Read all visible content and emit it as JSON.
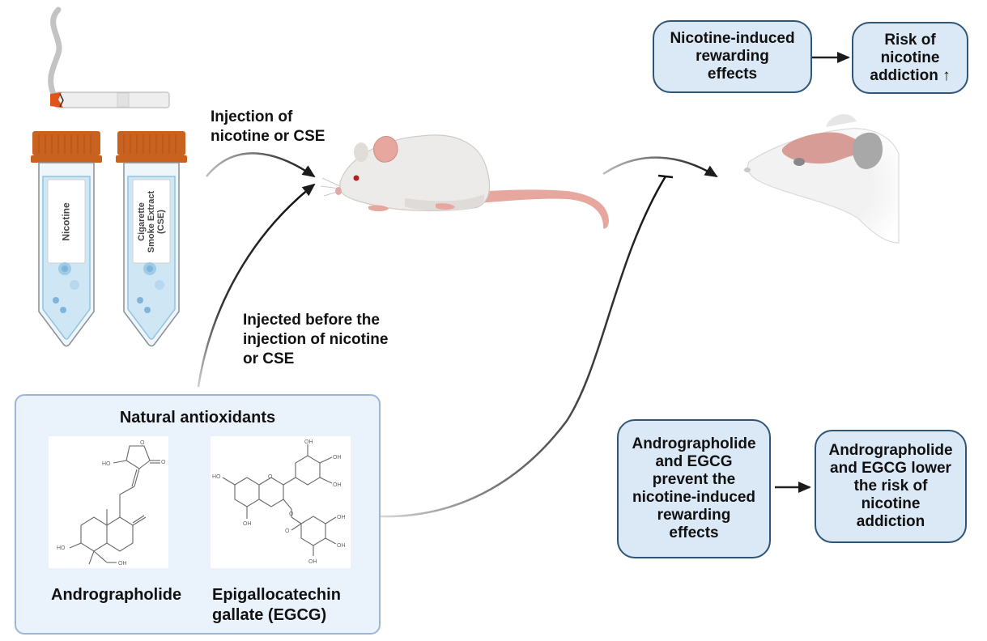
{
  "tubes": [
    {
      "label": "Nicotine"
    },
    {
      "label": "Cigarette\nSmoke Extract\n(CSE)"
    }
  ],
  "annotations": {
    "injection": "Injection of\nnicotine or CSE",
    "pretreatment": "Injected before the\ninjection of nicotine\nor CSE"
  },
  "top_flow": {
    "box1": "Nicotine-induced\nrewarding\neffects",
    "box2": "Risk of\nnicotine\naddiction ↑"
  },
  "bottom_flow": {
    "box1": "Andrographolide\nand EGCG\nprevent the\nnicotine-induced\nrewarding\neffects",
    "box2": "Andrographolide\nand EGCG lower\nthe risk of\nnicotine\naddiction"
  },
  "panel": {
    "title": "Natural antioxidants",
    "compounds": [
      {
        "name": "Andrographolide",
        "labels": [
          "HO",
          "O",
          "O",
          "HO",
          "OH"
        ]
      },
      {
        "name": "Epigallocatechin\ngallate (EGCG)",
        "labels": [
          "HO",
          "O",
          "OH",
          "OH",
          "OH",
          "OH",
          "O",
          "O",
          "OH",
          "OH",
          "OH"
        ]
      }
    ]
  },
  "colors": {
    "box_fill": "#dbe8f6",
    "box_border": "#2f5577",
    "panel_fill": "#eaf2fc",
    "panel_border": "#9db5d6",
    "cap_orange": "#c8621e",
    "tube_liquid": "#cfe6f5",
    "mouse_body": "#ecebea",
    "mouse_pink": "#e7a79e"
  }
}
